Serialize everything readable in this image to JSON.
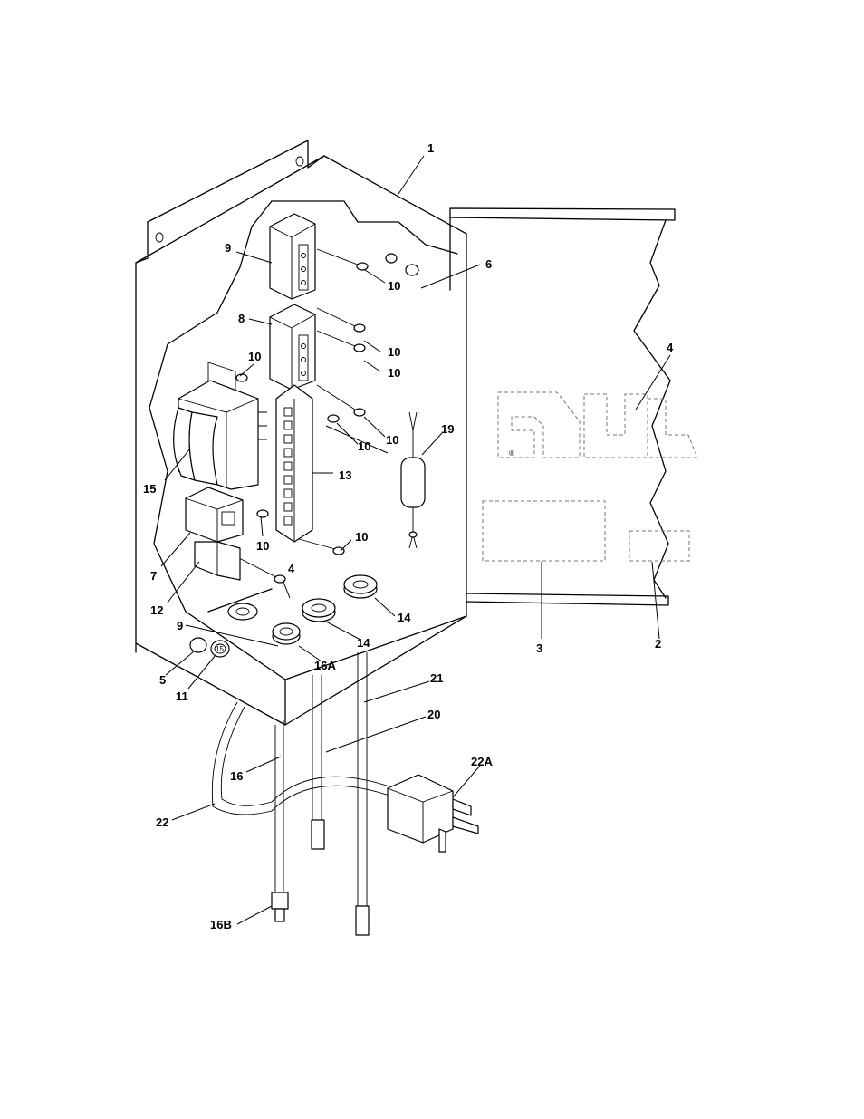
{
  "callouts": [
    {
      "id": "c1",
      "label": "1"
    },
    {
      "id": "c2",
      "label": "2"
    },
    {
      "id": "c3",
      "label": "3"
    },
    {
      "id": "c4a",
      "label": "4"
    },
    {
      "id": "c4b",
      "label": "4"
    },
    {
      "id": "c5",
      "label": "5"
    },
    {
      "id": "c6",
      "label": "6"
    },
    {
      "id": "c7",
      "label": "7"
    },
    {
      "id": "c8",
      "label": "8"
    },
    {
      "id": "c9a",
      "label": "9"
    },
    {
      "id": "c9b",
      "label": "9"
    },
    {
      "id": "c10a",
      "label": "10"
    },
    {
      "id": "c10b",
      "label": "10"
    },
    {
      "id": "c10c",
      "label": "10"
    },
    {
      "id": "c10d",
      "label": "10"
    },
    {
      "id": "c10e",
      "label": "10"
    },
    {
      "id": "c10f",
      "label": "10"
    },
    {
      "id": "c10g",
      "label": "10"
    },
    {
      "id": "c10h",
      "label": "10"
    },
    {
      "id": "c10i",
      "label": "10"
    },
    {
      "id": "c11",
      "label": "11"
    },
    {
      "id": "c12",
      "label": "12"
    },
    {
      "id": "c13",
      "label": "13"
    },
    {
      "id": "c14a",
      "label": "14"
    },
    {
      "id": "c14b",
      "label": "14"
    },
    {
      "id": "c15",
      "label": "15"
    },
    {
      "id": "c16",
      "label": "16"
    },
    {
      "id": "c16a",
      "label": "16A"
    },
    {
      "id": "c16b",
      "label": "16B"
    },
    {
      "id": "c19",
      "label": "19"
    },
    {
      "id": "c20",
      "label": "20"
    },
    {
      "id": "c21",
      "label": "21"
    },
    {
      "id": "c22",
      "label": "22"
    },
    {
      "id": "c22a",
      "label": "22A"
    }
  ],
  "marks": {
    "registered": "®",
    "indicator": "15"
  }
}
